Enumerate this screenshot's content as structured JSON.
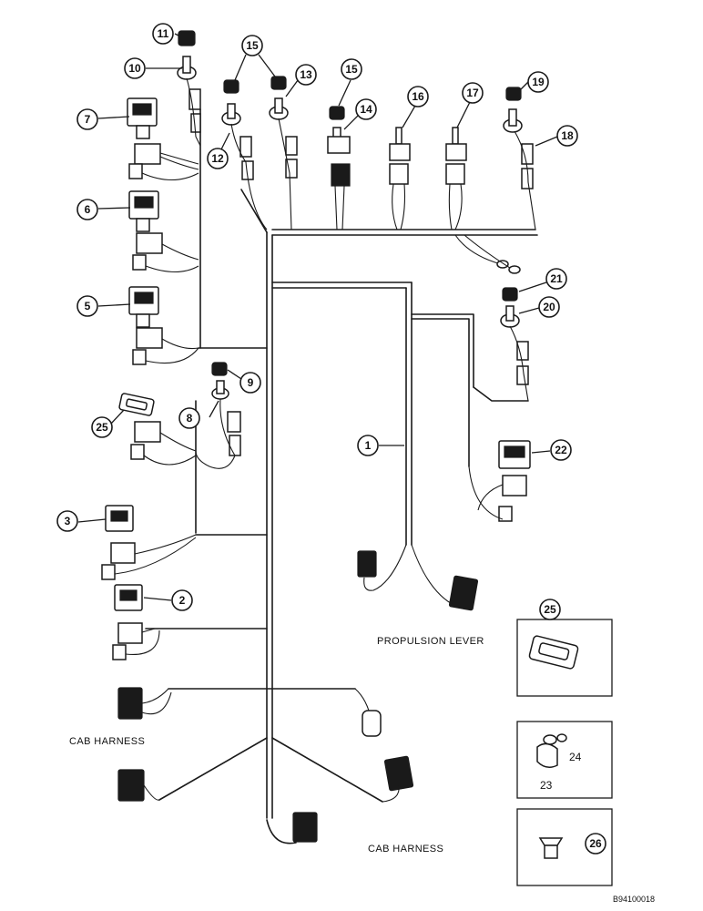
{
  "callouts": {
    "c1": "1",
    "c2": "2",
    "c3": "3",
    "c5": "5",
    "c6": "6",
    "c7": "7",
    "c8": "8",
    "c9": "9",
    "c10": "10",
    "c11": "11",
    "c12": "12",
    "c13": "13",
    "c14": "14",
    "c15a": "15",
    "c15b": "15",
    "c16": "16",
    "c17": "17",
    "c18": "18",
    "c19": "19",
    "c20": "20",
    "c21": "21",
    "c22": "22",
    "c25a": "25",
    "c25b": "25",
    "c26": "26"
  },
  "plain_numbers": {
    "n23": "23",
    "n24": "24"
  },
  "labels": {
    "propulsion_lever": "PROPULSION LEVER",
    "cab_harness_left": "CAB HARNESS",
    "cab_harness_bottom": "CAB HARNESS"
  },
  "document_number": "B94100018"
}
